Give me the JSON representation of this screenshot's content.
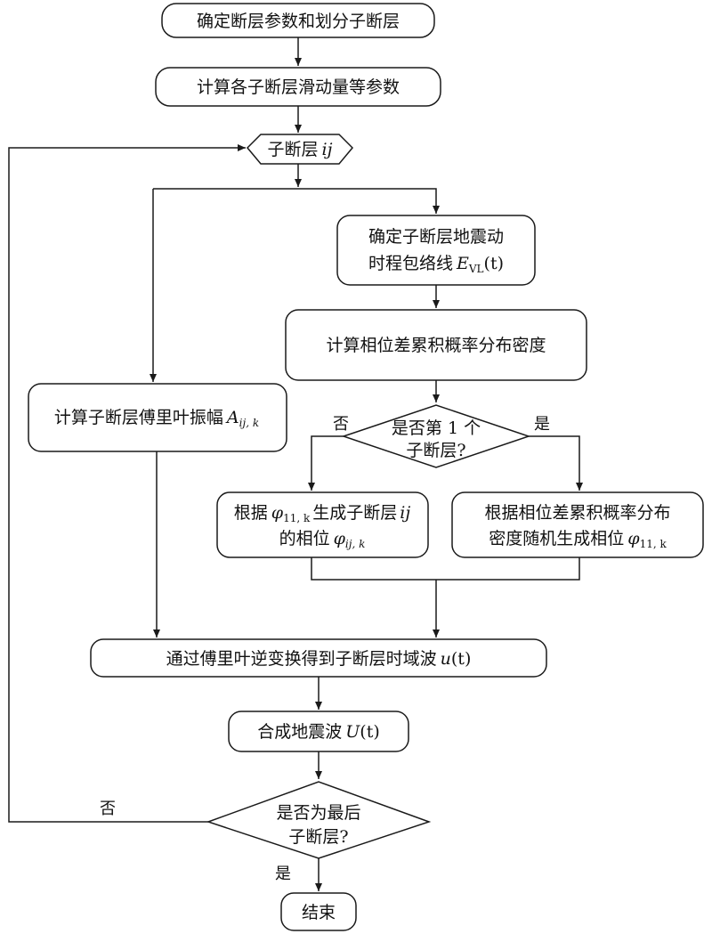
{
  "nodes": {
    "define_params": "确定断层参数和划分子断层",
    "calc_slip": "计算各子断层滑动量等参数",
    "loop_label": "子断层",
    "loop_var": "ij",
    "envelope_line1": "确定子断层地震动",
    "envelope_line2": "时程包络线",
    "envelope_sym": "E",
    "envelope_sub": "VL",
    "envelope_arg": "(t)",
    "phase_cdf": "计算相位差累积概率分布密度",
    "fourier_amp_text": "计算子断层傅里叶振幅",
    "fourier_amp_sym": "A",
    "fourier_amp_sub": "ij, k",
    "first_line1": "是否第 1 个",
    "first_line2": "子断层?",
    "gen_from_prefix": "根据",
    "gen_from_phi": "φ",
    "gen_from_phi_sub": "11, k",
    "gen_from_mid": "生成子断层",
    "gen_from_ij": "ij",
    "gen_from_line2": "的相位",
    "gen_from_phi2": "φ",
    "gen_from_phi2_sub": "ij, k",
    "gen_rand_line1": "根据相位差累积概率分布",
    "gen_rand_line2": "密度随机生成相位",
    "gen_rand_phi": "φ",
    "gen_rand_phi_sub": "11, k",
    "inverse_ft": "通过傅里叶逆变换得到子断层时域波",
    "inverse_ft_sym": "u",
    "inverse_ft_arg": "(t)",
    "synth": "合成地震波",
    "synth_sym": "U",
    "synth_arg": "(t)",
    "last_line1": "是否为最后",
    "last_line2": "子断层?",
    "end": "结束"
  },
  "labels": {
    "first_no": "否",
    "first_yes": "是",
    "last_no": "否",
    "last_yes": "是"
  }
}
